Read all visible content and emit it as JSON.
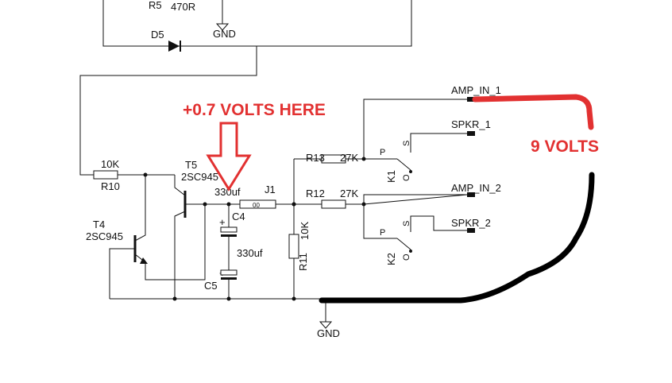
{
  "colors": {
    "wire": "#111111",
    "annotation_red": "#e23131",
    "annotation_black": "#000000",
    "background": "#ffffff"
  },
  "annotations": {
    "top_note": "+0.7 VOLTS HERE",
    "right_note": "9 VOLTS"
  },
  "components": {
    "r5": {
      "ref": "R5",
      "value": "470R"
    },
    "d5": {
      "ref": "D5"
    },
    "gnd_top": {
      "label": "GND"
    },
    "r10": {
      "ref": "R10",
      "value": "10K"
    },
    "t5": {
      "ref": "T5",
      "part": "2SC945"
    },
    "t4": {
      "ref": "T4",
      "part": "2SC945"
    },
    "c4": {
      "ref": "C4",
      "value": "330uf",
      "plus": "+"
    },
    "c5": {
      "ref": "C5",
      "value": "330uf",
      "plus": "+"
    },
    "j1": {
      "ref": "J1",
      "body": "00"
    },
    "r13": {
      "ref": "R13",
      "value": "27K"
    },
    "r12": {
      "ref": "R12",
      "value": "27K"
    },
    "r11": {
      "ref": "R11",
      "value": "10K"
    },
    "k1": {
      "ref": "K1",
      "p": "P",
      "s": "S",
      "o": "O"
    },
    "k2": {
      "ref": "K2",
      "p": "P",
      "s": "S",
      "o": "O"
    },
    "gnd_bottom": {
      "label": "GND"
    }
  },
  "nets": {
    "amp_in_1": "AMP_IN_1",
    "spkr_1": "SPKR_1",
    "amp_in_2": "AMP_IN_2",
    "spkr_2": "SPKR_2"
  }
}
